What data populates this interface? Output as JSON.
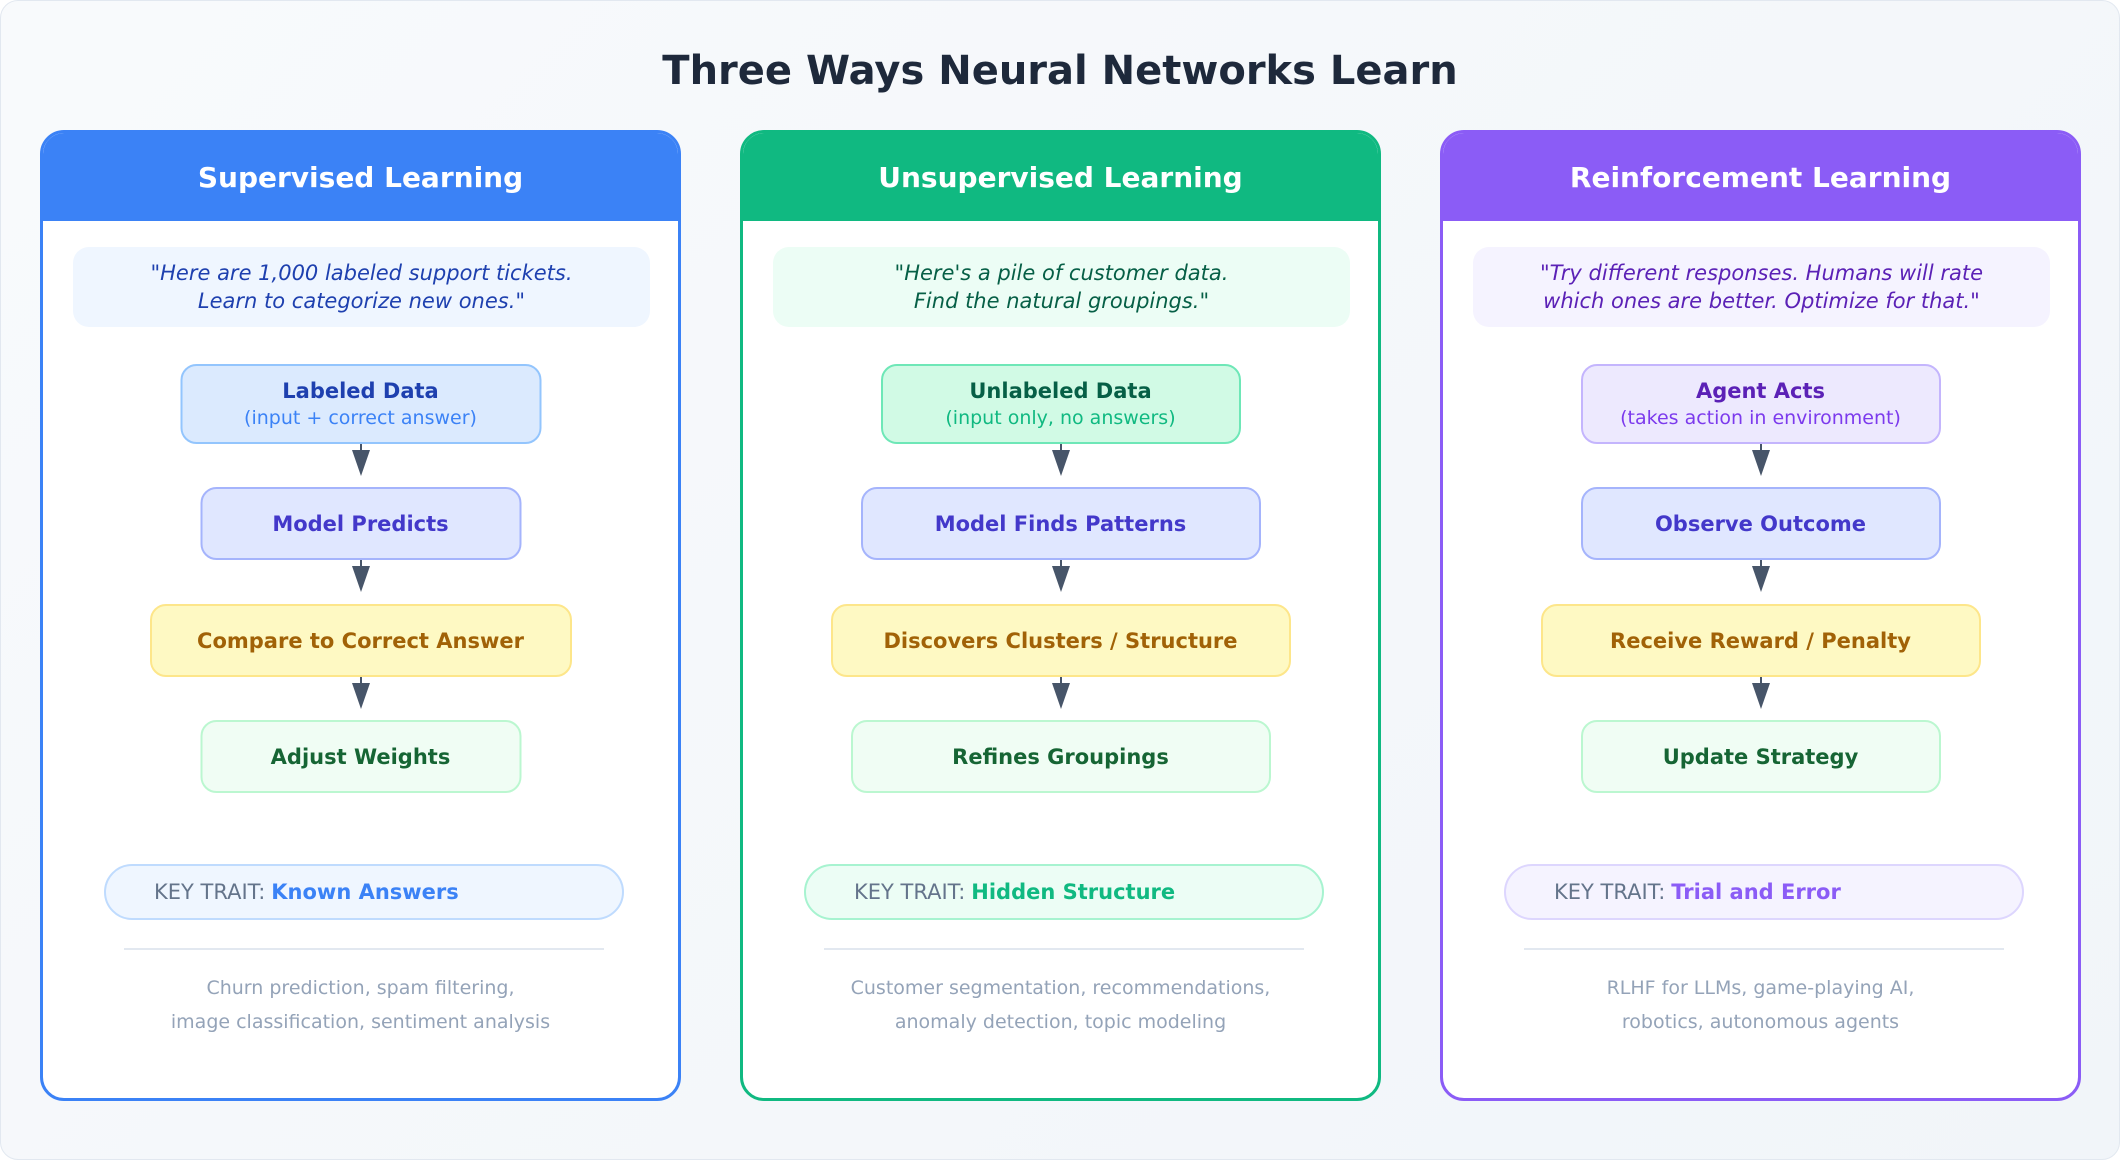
{
  "title": "Three Ways Neural Networks Learn",
  "cards": [
    {
      "header": "Supervised Learning",
      "accent": "#3b82f6",
      "quote": [
        "\"Here are 1,000 labeled support tickets.",
        "Learn to categorize new ones.\""
      ],
      "steps": [
        {
          "label": "Labeled Data",
          "sub": "(input + correct answer)"
        },
        {
          "label": "Model Predicts"
        },
        {
          "label": "Compare to Correct Answer"
        },
        {
          "label": "Adjust Weights"
        }
      ],
      "key_trait_label": "KEY TRAIT:",
      "key_trait_value": "Known Answers",
      "examples": [
        "Churn prediction, spam filtering,",
        "image classification, sentiment analysis"
      ]
    },
    {
      "header": "Unsupervised Learning",
      "accent": "#10b981",
      "quote": [
        "\"Here's a pile of customer data.",
        "Find the natural groupings.\""
      ],
      "steps": [
        {
          "label": "Unlabeled Data",
          "sub": "(input only, no answers)"
        },
        {
          "label": "Model Finds Patterns"
        },
        {
          "label": "Discovers Clusters / Structure"
        },
        {
          "label": "Refines Groupings"
        }
      ],
      "key_trait_label": "KEY TRAIT:",
      "key_trait_value": "Hidden Structure",
      "examples": [
        "Customer segmentation, recommendations,",
        "anomaly detection, topic modeling"
      ]
    },
    {
      "header": "Reinforcement Learning",
      "accent": "#8b5cf6",
      "quote": [
        "\"Try different responses. Humans will rate",
        "which ones are better. Optimize for that.\""
      ],
      "steps": [
        {
          "label": "Agent Acts",
          "sub": "(takes action in environment)"
        },
        {
          "label": "Observe Outcome"
        },
        {
          "label": "Receive Reward / Penalty"
        },
        {
          "label": "Update Strategy"
        }
      ],
      "key_trait_label": "KEY TRAIT:",
      "key_trait_value": "Trial and Error",
      "examples": [
        "RLHF for LLMs, game-playing AI,",
        "robotics, autonomous agents"
      ]
    }
  ],
  "icons": {
    "flow_arrow": "arrow-down-icon"
  }
}
